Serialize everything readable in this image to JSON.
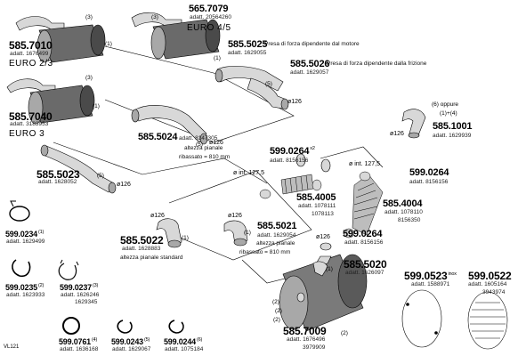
{
  "diagram": {
    "colors": {
      "line": "#000000",
      "shade": "#6a6a6a",
      "light": "#d8d8d8",
      "mid": "#a8a8a8"
    },
    "parts": [
      {
        "id": "p5657079",
        "code": "565.7079",
        "sub": "adatt. 20564260",
        "note": "EURO 4/5"
      },
      {
        "id": "p5857010",
        "code": "585.7010",
        "sub": "adatt. 1676499",
        "note": "EURO 2/3"
      },
      {
        "id": "p5855025",
        "code": "585.5025",
        "desc": "Presa di forza dipendente dal motore",
        "sub": "adatt. 1629055"
      },
      {
        "id": "p5855026",
        "code": "585.5026",
        "desc": "Presa di forza dipendente dalla frizione",
        "sub": "adatt. 1629057"
      },
      {
        "id": "p5857040",
        "code": "585.7040",
        "sub": "adatt. 3183953",
        "note": "EURO 3"
      },
      {
        "id": "p5851001",
        "code": "585.1001",
        "sub": "adatt. 1629939"
      },
      {
        "id": "p5855024",
        "code": "585.5024",
        "sub": "adatt. 8147305",
        "note1": "altezza pianale",
        "note2": "ribassato = 810 mm"
      },
      {
        "id": "p5990264a",
        "code": "599.0264",
        "sup": "x2",
        "sub": "adatt. 8156156"
      },
      {
        "id": "p5855023",
        "code": "585.5023",
        "sub": "adatt. 1628052"
      },
      {
        "id": "p5990264b",
        "code": "599.0264",
        "sub": "adatt. 8156156"
      },
      {
        "id": "p5854005",
        "code": "585.4005",
        "sub": "adatt. 1078111",
        "sub2": "1078113"
      },
      {
        "id": "p5854004",
        "code": "585.4004",
        "sub": "adatt. 1078110",
        "sub2": "8156350"
      },
      {
        "id": "p5855021",
        "code": "585.5021",
        "sub": "adatt. 1629054",
        "note1": "altezza pianale",
        "note2": "ribassato = 810 mm"
      },
      {
        "id": "p5855022",
        "code": "585.5022",
        "sub": "adatt. 1628883",
        "note1": "altezza pianale standard"
      },
      {
        "id": "p5990264c",
        "code": "599.0264",
        "sub": "adatt. 8156156"
      },
      {
        "id": "p5855020",
        "code": "585.5020",
        "sub": "adatt. 1626097"
      },
      {
        "id": "p5990523",
        "code": "599.0523",
        "sup": "inox",
        "sub": "adatt. 1588971"
      },
      {
        "id": "p5990522",
        "code": "599.0522",
        "sub": "adatt. 1605164",
        "sub2": "3943974"
      },
      {
        "id": "p5857009",
        "code": "585.7009",
        "sub": "adatt. 1676496",
        "sub2": "3979909"
      }
    ],
    "clamps": [
      {
        "id": "c0234",
        "code": "599.0234",
        "sup": "(1)",
        "sub": "adatt. 1629499"
      },
      {
        "id": "c0235",
        "code": "599.0235",
        "sup": "(2)",
        "sub": "adatt. 1623933"
      },
      {
        "id": "c0237",
        "code": "599.0237",
        "sup": "(3)",
        "sub": "adatt. 1626246",
        "sub2": "1629345"
      },
      {
        "id": "c0761",
        "code": "599.0761",
        "sup": "(4)",
        "sub": "adatt. 1636168"
      },
      {
        "id": "c0243",
        "code": "599.0243",
        "sup": "(5)",
        "sub": "adatt. 1629067"
      },
      {
        "id": "c0244",
        "code": "599.0244",
        "sup": "(6)",
        "sub": "adatt. 1075184"
      }
    ],
    "callouts": {
      "n1": "(1)",
      "n2": "(2)",
      "n3": "(3)",
      "n4": "(4)",
      "n5": "(5)",
      "oppure1": "(6) oppure",
      "oppure2": "(1)+(4)",
      "d126": "ø126",
      "int127": "ø int. 127,5"
    },
    "footer": {
      "code": "VL121"
    }
  }
}
